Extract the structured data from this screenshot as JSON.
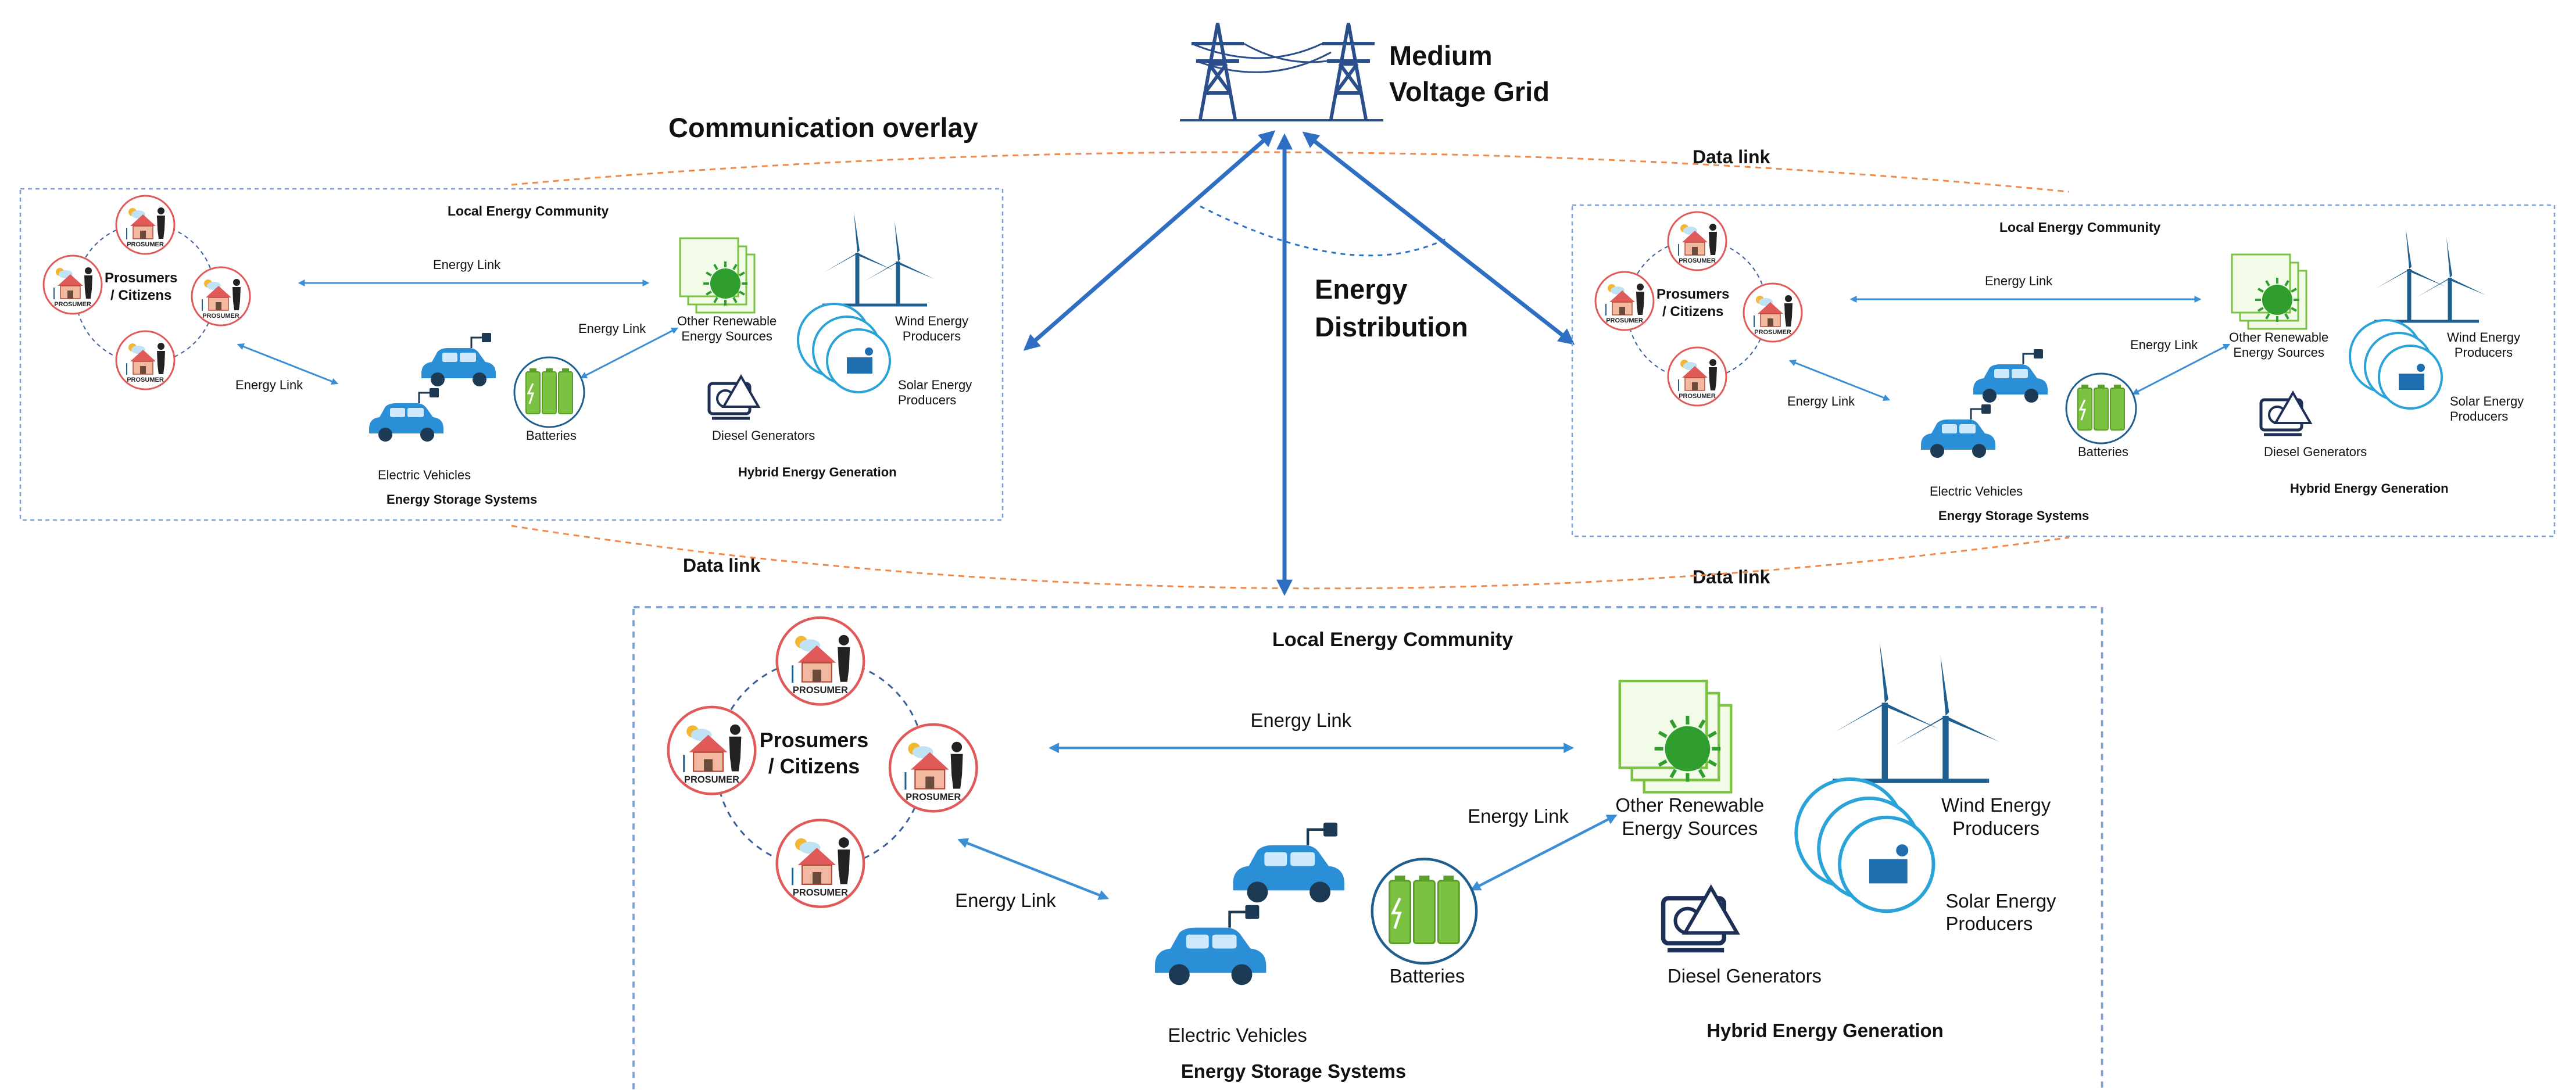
{
  "header": {
    "grid_label_line1": "Medium",
    "grid_label_line2": "Voltage  Grid",
    "overlay_label": "Communication overlay",
    "distribution_line1": "Energy",
    "distribution_line2": "Distribution"
  },
  "data_links": [
    "Data link",
    "Data link",
    "Data link"
  ],
  "communities": [
    {
      "title": "Local Energy Community",
      "prosumer_badge": "PROSUMER",
      "prosumers_line1": "Prosumers",
      "prosumers_line2": "/ Citizens",
      "energy_link_top": "Energy Link",
      "energy_link_left": "Energy Link",
      "energy_link_right": "Energy Link",
      "electric_vehicles": "Electric Vehicles",
      "batteries": "Batteries",
      "storage_title": "Energy Storage Systems",
      "other_renewable": "Other Renewable\nEnergy Sources",
      "wind": "Wind Energy\nProducers",
      "solar": "Solar Energy\nProducers",
      "diesel": "Diesel Generators",
      "hybrid_title": "Hybrid Energy Generation"
    },
    {
      "title": "Local Energy Community",
      "prosumer_badge": "PROSUMER",
      "prosumers_line1": "Prosumers",
      "prosumers_line2": "/ Citizens",
      "energy_link_top": "Energy Link",
      "energy_link_left": "Energy Link",
      "energy_link_right": "Energy Link",
      "electric_vehicles": "Electric Vehicles",
      "batteries": "Batteries",
      "storage_title": "Energy Storage Systems",
      "other_renewable": "Other Renewable\nEnergy Sources",
      "wind": "Wind Energy\nProducers",
      "solar": "Solar Energy\nProducers",
      "diesel": "Diesel Generators",
      "hybrid_title": "Hybrid Energy Generation"
    },
    {
      "title": "Local Energy Community",
      "prosumer_badge": "PROSUMER",
      "prosumers_line1": "Prosumers",
      "prosumers_line2": "/ Citizens",
      "energy_link_top": "Energy Link",
      "energy_link_left": "Energy Link",
      "energy_link_right": "Energy Link",
      "electric_vehicles": "Electric Vehicles",
      "batteries": "Batteries",
      "storage_title": "Energy Storage Systems",
      "other_renewable": "Other Renewable\nEnergy Sources",
      "wind": "Wind Energy\nProducers",
      "solar": "Solar Energy\nProducers",
      "diesel": "Diesel Generators",
      "hybrid_title": "Hybrid Energy Generation"
    }
  ],
  "colors": {
    "grid_arrow": "#2e6fc4",
    "energy_link": "#3a8fd6",
    "data_link": "#f08a4b",
    "community_border": "#7a9fd4",
    "prosumer_ring": "#e05a5a",
    "vehicle": "#2a8fd6",
    "battery": "#7cc242",
    "renewable_sun": "#2f9e2f",
    "wind_turbine": "#1f5f8f",
    "solar_ring": "#29a3d8",
    "tower": "#2a4f8a"
  },
  "icons": [
    "transmission-tower-icon",
    "house-icon",
    "person-icon",
    "car-icon",
    "battery-icon",
    "sun-icon",
    "wind-turbine-icon",
    "solar-panel-icon",
    "generator-icon"
  ]
}
